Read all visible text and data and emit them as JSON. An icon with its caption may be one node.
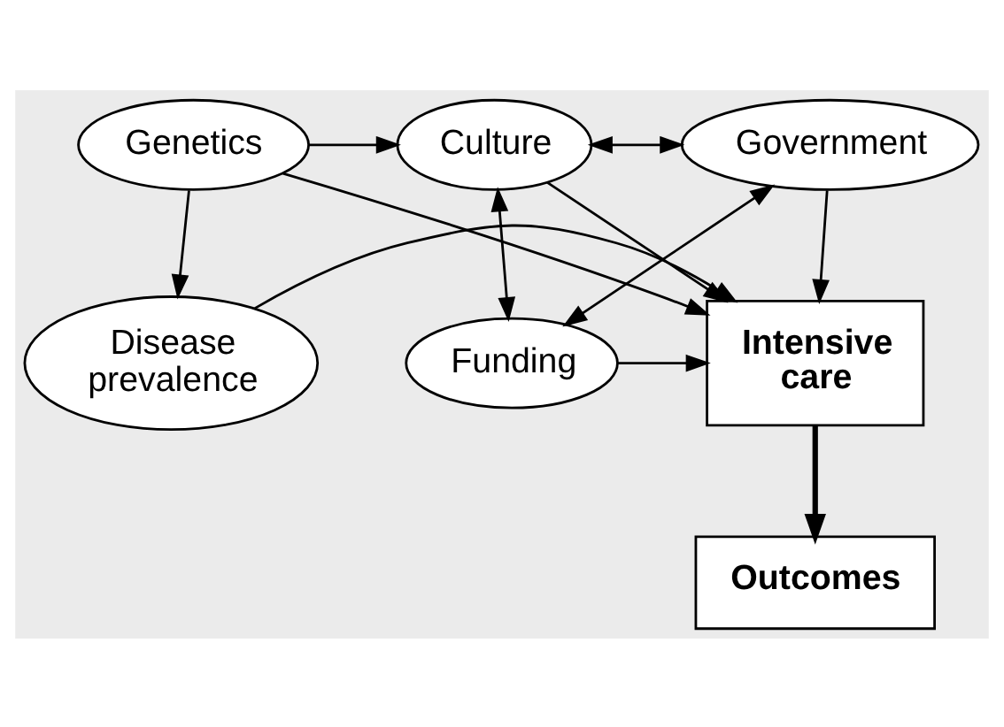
{
  "diagram": {
    "nodes": [
      {
        "text": [
          "Culture"
        ]
      },
      {
        "text": [
          "Genetics"
        ]
      },
      {
        "text": [
          "Government"
        ]
      },
      {
        "text": [
          "Disease prevalence"
        ]
      },
      {
        "text": [
          "Intensive care"
        ]
      },
      {
        "text": [
          "Funding"
        ]
      },
      {
        "text": [
          "Outcomes"
        ]
      }
    ],
    "edges": [
      {
        "from": 1,
        "to": 0,
        "arrow": "to"
      },
      {
        "from": 0,
        "to": 2,
        "arrow": "both"
      },
      {
        "from": 1,
        "to": 3,
        "arrow": "to"
      },
      {
        "from": 1,
        "to": 4,
        "arrow": "to"
      },
      {
        "from": 0,
        "to": 4,
        "arrow": "to"
      },
      {
        "from": 0,
        "to": 5,
        "arrow": "both"
      },
      {
        "from": 2,
        "to": 4,
        "arrow": "to"
      },
      {
        "from": 2,
        "to": 5,
        "arrow": "both"
      },
      {
        "from": 3,
        "to": 4,
        "arrow": "to"
      },
      {
        "from": 5,
        "to": 4,
        "arrow": "to"
      },
      {
        "from": 4,
        "to": 6,
        "arrow": "to",
        "style": "thick"
      }
    ]
  }
}
